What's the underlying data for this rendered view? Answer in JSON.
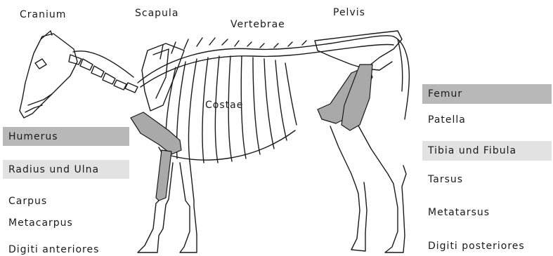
{
  "labels": {
    "cranium": "Cranium",
    "scapula": "Scapula",
    "vertebrae": "Vertebrae",
    "pelvis": "Pelvis",
    "costae": "Costae",
    "humerus": "Humerus",
    "radius_ulna": "Radius und Ulna",
    "carpus": "Carpus",
    "metacarpus": "Metacarpus",
    "digiti_anteriores": "Digiti anteriores",
    "femur": "Femur",
    "patella": "Patella",
    "tibia_fibula": "Tibia und Fibula",
    "tarsus": "Tarsus",
    "metatarsus": "Metatarsus",
    "digiti_posteriores": "Digiti posteriores"
  },
  "colors": {
    "highlight_dark": "#b8b8b8",
    "highlight_light": "#e2e2e2",
    "bone_gray": "#a9a9a9",
    "ink": "#1a1a1a"
  }
}
